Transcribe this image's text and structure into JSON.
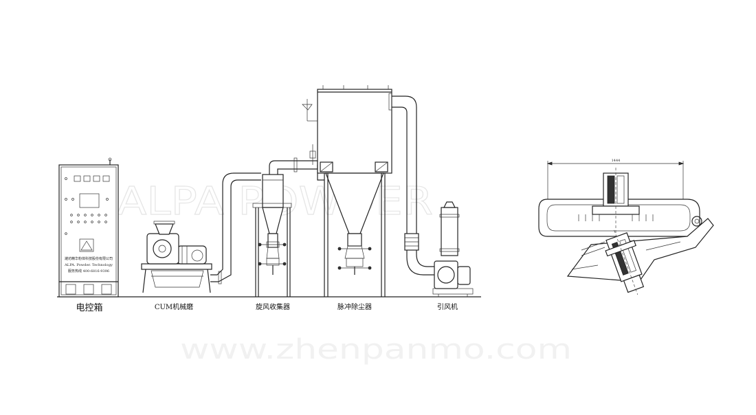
{
  "watermarks": {
    "logo": "ALPA POWDER",
    "url": "www.zhenpanmo.com"
  },
  "cabinet": {
    "caption": "电控箱",
    "brand_text": "ALPA. Powder. Technology",
    "company_text": "潍坊精华粉体科技股份有限公司",
    "phone_text": "服务热线 400-6816-9396"
  },
  "labels": {
    "mill": "CUM机械磨",
    "cyclone": "旋风收集器",
    "dust": "脉冲除尘器",
    "fan": "引风机"
  },
  "detail": {
    "dimension_text": "1444"
  }
}
